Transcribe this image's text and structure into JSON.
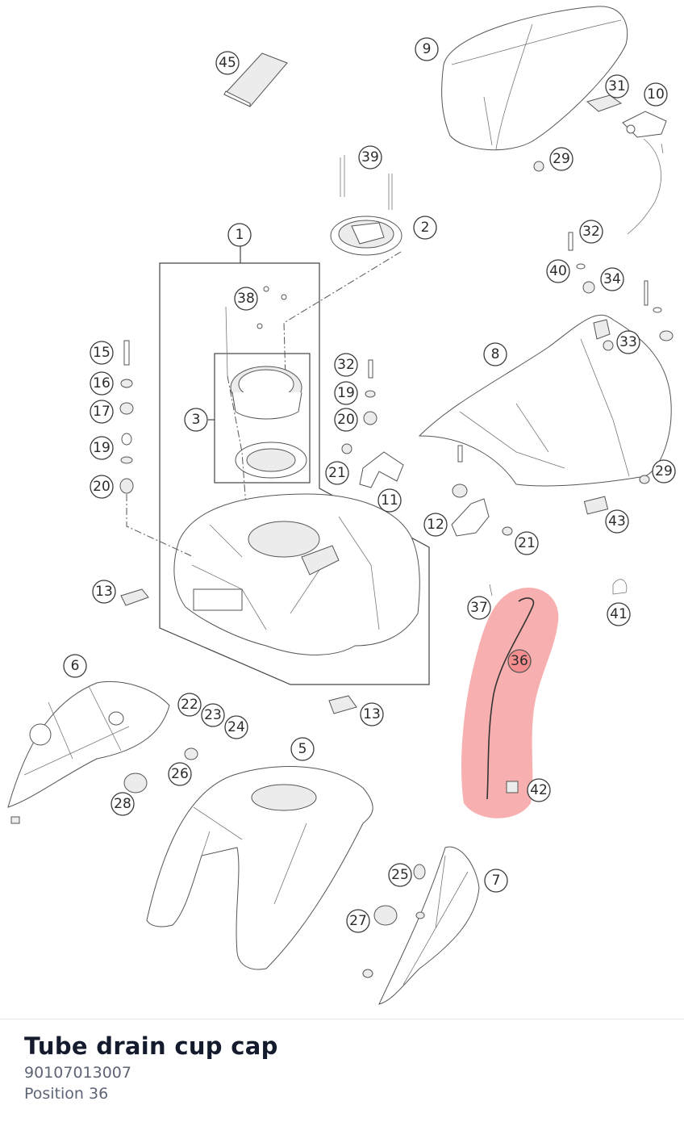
{
  "part": {
    "title": "Tube drain cup cap",
    "number": "90107013007",
    "position": "Position 36"
  },
  "diagram": {
    "highlight_color": "#f26d6d",
    "selected_callout": "36",
    "callouts": [
      "1",
      "2",
      "3",
      "5",
      "6",
      "7",
      "8",
      "9",
      "10",
      "11",
      "12",
      "13",
      "15",
      "16",
      "17",
      "19",
      "20",
      "21",
      "22",
      "23",
      "24",
      "25",
      "26",
      "27",
      "28",
      "29",
      "31",
      "32",
      "33",
      "34",
      "36",
      "37",
      "38",
      "39",
      "40",
      "41",
      "42",
      "43",
      "45"
    ]
  }
}
